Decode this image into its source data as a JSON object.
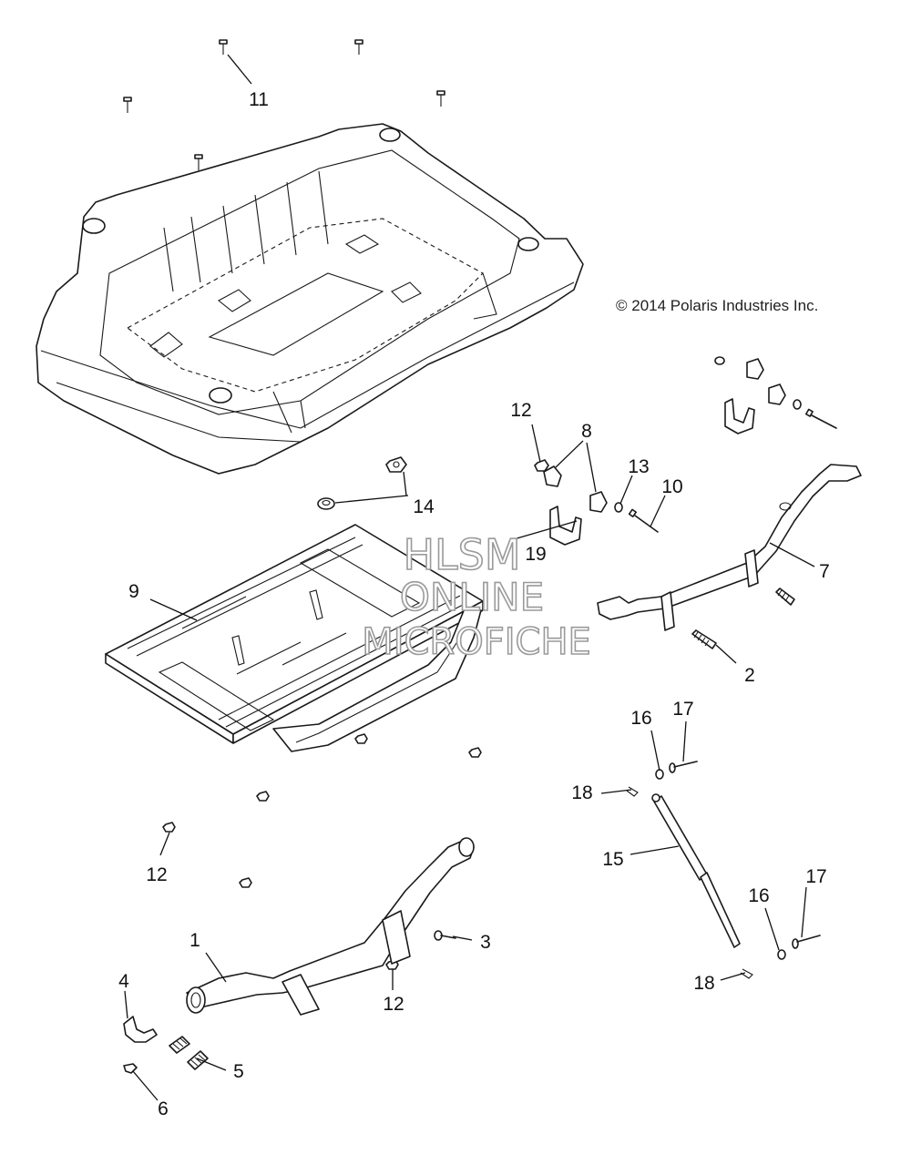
{
  "copyright": "© 2014 Polaris Industries Inc.",
  "watermark": {
    "line1": "HLSM",
    "line2": "ONLINE",
    "line3": "MICROFICHE"
  },
  "callouts": {
    "c11": "11",
    "c12a": "12",
    "c8": "8",
    "c13": "13",
    "c10": "10",
    "c14": "14",
    "c19": "19",
    "c9": "9",
    "c7": "7",
    "c2": "2",
    "c16a": "16",
    "c17a": "17",
    "c18a": "18",
    "c15": "15",
    "c12b": "12",
    "c16b": "16",
    "c17b": "17",
    "c1": "1",
    "c3": "3",
    "c4": "4",
    "c12c": "12",
    "c18b": "18",
    "c5": "5",
    "c6": "6"
  },
  "colors": {
    "line": "#1a1a1a",
    "watermark_stroke": "#9a9a9a",
    "background": "#ffffff"
  }
}
